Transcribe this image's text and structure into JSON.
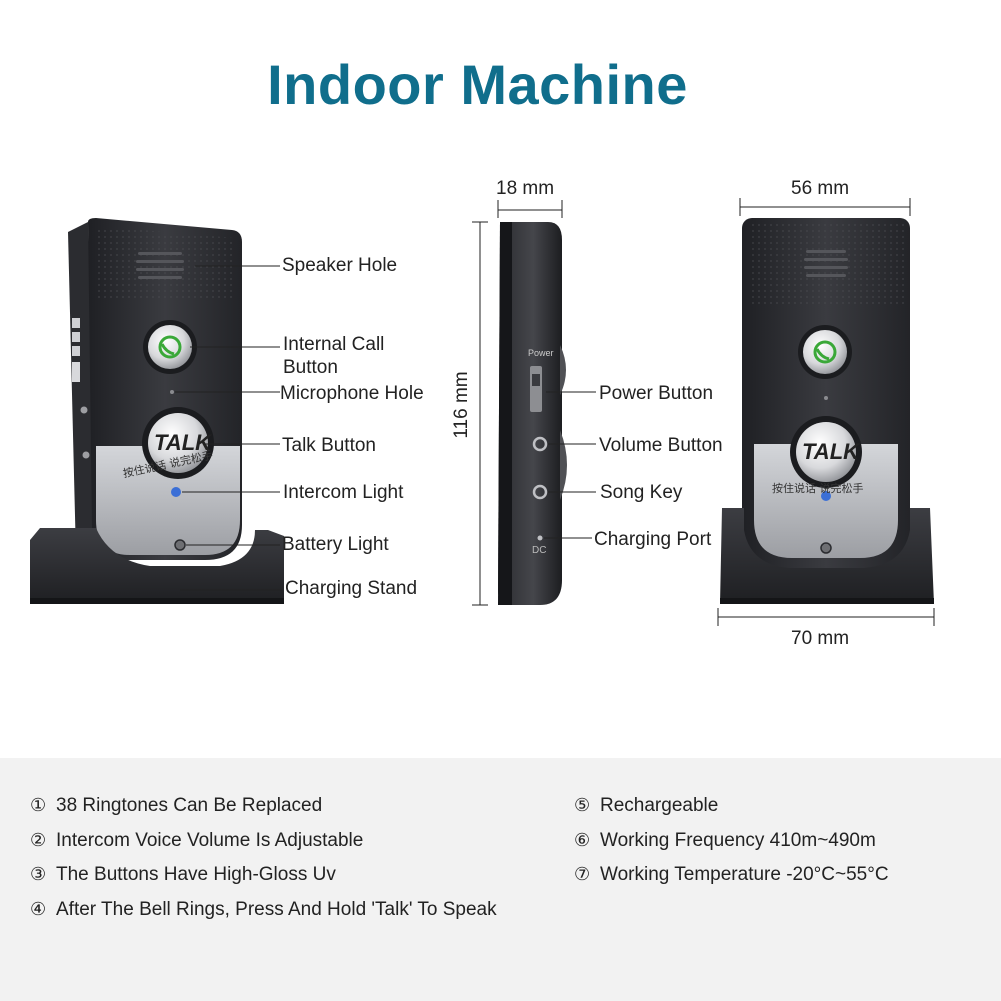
{
  "title": "Indoor Machine",
  "device": {
    "talk_text": "TALK",
    "chinese_caption": "按住说话 说完松手",
    "side_power_text": "Power",
    "side_dc_text": "DC"
  },
  "dimensions": {
    "depth": "18 mm",
    "height": "116 mm",
    "width_top": "56 mm",
    "width_bottom": "70 mm"
  },
  "labels_front": [
    "Speaker Hole",
    "Internal Call Button",
    "Microphone Hole",
    "Talk Button",
    "Intercom Light",
    "Battery Light",
    "Charging Stand"
  ],
  "labels_side": [
    "Power Button",
    "Volume Button",
    "Song Key",
    "Charging Port"
  ],
  "features_left": [
    {
      "num": "①",
      "text": "38 Ringtones Can Be Replaced"
    },
    {
      "num": "②",
      "text": "Intercom Voice Volume Is Adjustable"
    },
    {
      "num": "③",
      "text": "The Buttons Have High-Gloss Uv"
    },
    {
      "num": "④",
      "text": "After The Bell Rings, Press And Hold 'Talk' To Speak"
    }
  ],
  "features_right": [
    {
      "num": "⑤",
      "text": "Rechargeable"
    },
    {
      "num": "⑥",
      "text": "Working Frequency 410m~490m"
    },
    {
      "num": "⑦",
      "text": "Working Temperature -20°C~55°C"
    }
  ],
  "colors": {
    "title": "#106e8c",
    "device_body": "#2e2f33",
    "device_panel": "#b9bbc0",
    "features_bg": "#f2f2f2",
    "call_icon_green": "#3aa838"
  },
  "icons": [
    "phone-call-icon",
    "intercom-light-icon",
    "battery-light-icon"
  ]
}
